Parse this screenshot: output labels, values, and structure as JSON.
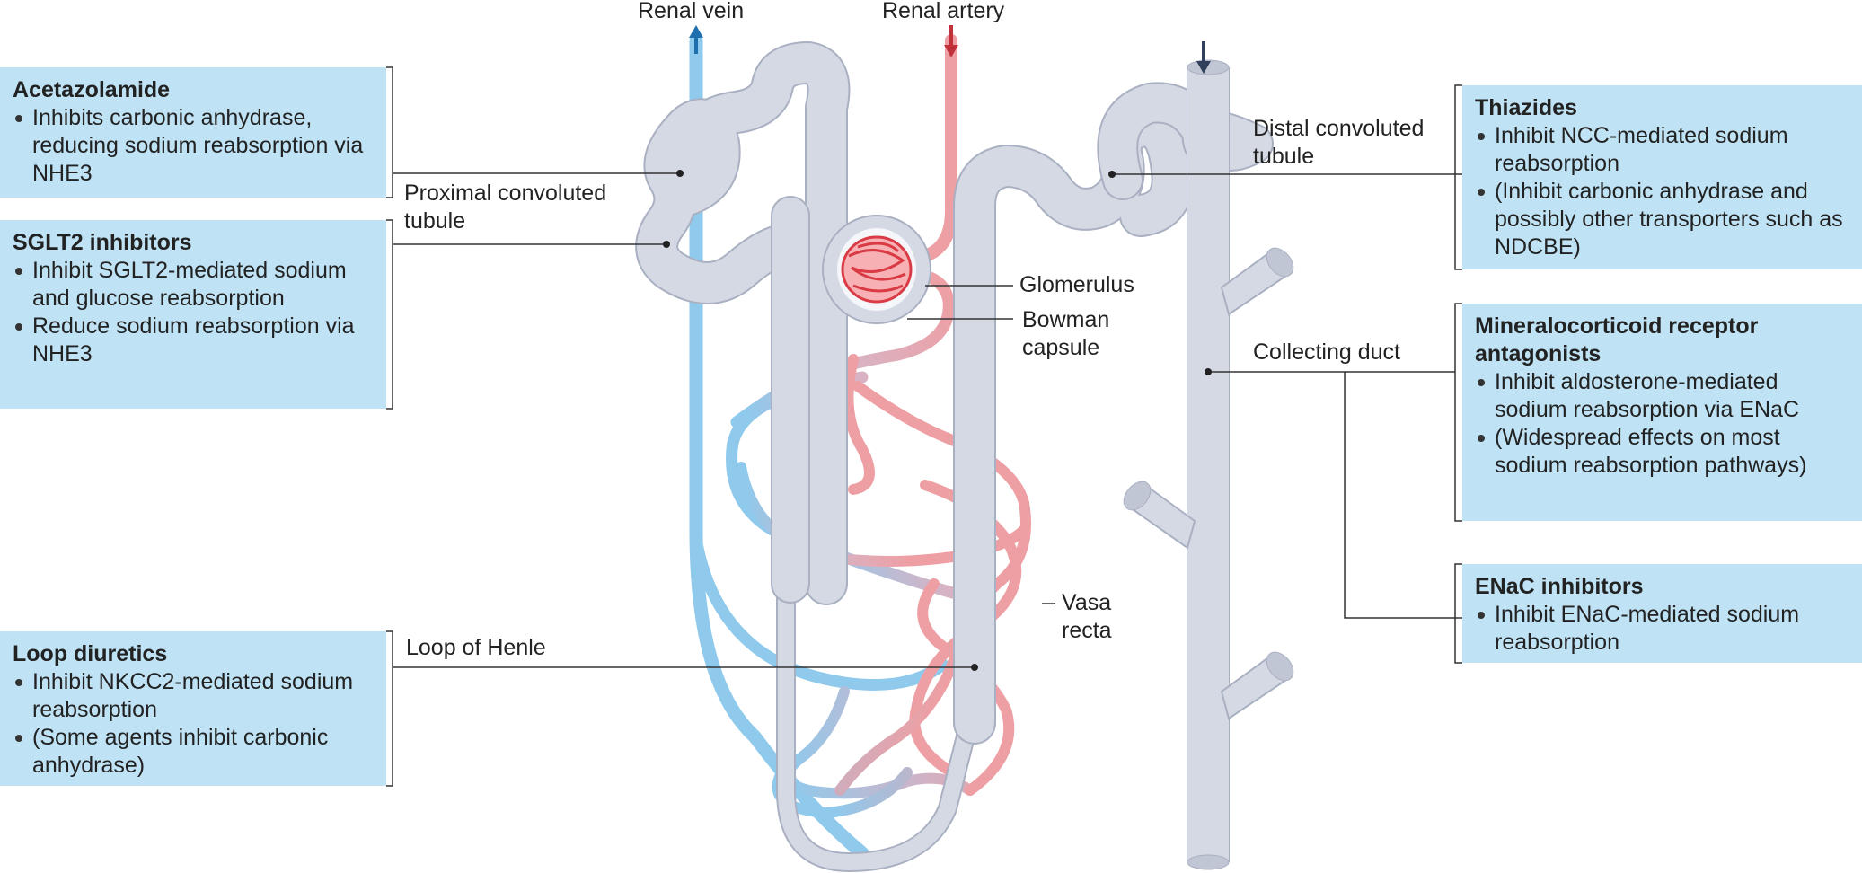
{
  "labels": {
    "renal_vein": "Renal vein",
    "renal_artery": "Renal artery",
    "proximal_tubule": [
      "Proximal convoluted",
      "tubule"
    ],
    "distal_tubule": [
      "Distal convoluted",
      "tubule"
    ],
    "glomerulus": "Glomerulus",
    "bowman_capsule": [
      "Bowman",
      "capsule"
    ],
    "collecting_duct": "Collecting duct",
    "loop_of_henle": "Loop of Henle",
    "vasa_recta": [
      "Vasa",
      "recta"
    ]
  },
  "drug_boxes": {
    "acetazolamide": {
      "title": "Acetazolamide",
      "bullets": [
        "Inhibits carbonic anhydrase, reducing sodium reabsorption via NHE3"
      ]
    },
    "sglt2": {
      "title": "SGLT2 inhibitors",
      "bullets": [
        "Inhibit SGLT2-mediated sodium and glucose reabsorption",
        "Reduce sodium reabsorption via NHE3"
      ]
    },
    "loop": {
      "title": "Loop diuretics",
      "bullets": [
        "Inhibit NKCC2-mediated sodium reabsorption",
        "(Some agents inhibit carbonic anhydrase)"
      ]
    },
    "thiazides": {
      "title": "Thiazides",
      "bullets": [
        "Inhibit NCC-mediated sodium reabsorption",
        "(Inhibit carbonic anhydrase and possibly other transporters such as NDCBE)"
      ]
    },
    "mra": {
      "title": "Mineralocorticoid receptor antagonists",
      "bullets": [
        "Inhibit aldosterone-mediated sodium reabsorption via ENaC",
        "(Widespread effects on most sodium reabsorption pathways)"
      ]
    },
    "enac": {
      "title": "ENaC inhibitors",
      "bullets": [
        "Inhibit ENaC-mediated sodium reabsorption"
      ]
    }
  },
  "colors": {
    "box_fill": "#bfe3f5",
    "tubule": "#d5d9e4",
    "tubule_edge": "#a9b0c2",
    "vein": "#8fc9ec",
    "artery": "#ee9fa4",
    "vein_arrow": "#1f6fae",
    "artery_arrow": "#c0313a",
    "duct_arrow": "#2f3f5c"
  }
}
